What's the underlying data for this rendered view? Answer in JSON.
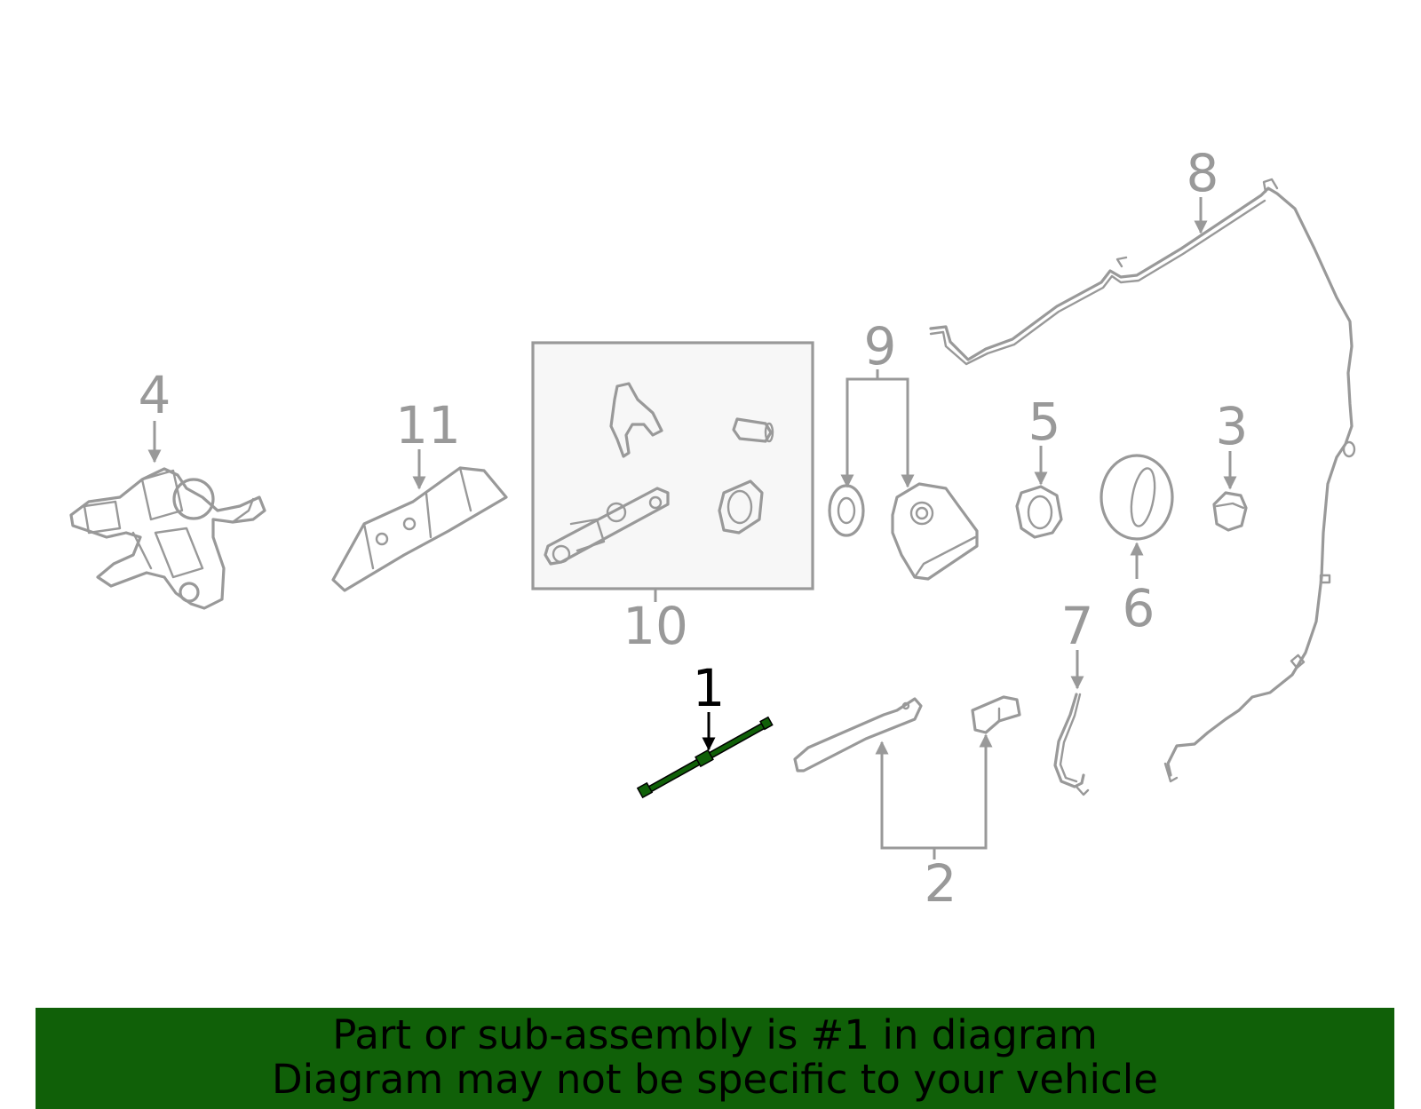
{
  "diagram": {
    "callouts": [
      {
        "number": "1",
        "selected": true
      },
      {
        "number": "2",
        "selected": false
      },
      {
        "number": "3",
        "selected": false
      },
      {
        "number": "4",
        "selected": false
      },
      {
        "number": "5",
        "selected": false
      },
      {
        "number": "6",
        "selected": false
      },
      {
        "number": "7",
        "selected": false
      },
      {
        "number": "8",
        "selected": false
      },
      {
        "number": "9",
        "selected": false
      },
      {
        "number": "10",
        "selected": false
      },
      {
        "number": "11",
        "selected": false
      }
    ],
    "colors": {
      "line_art": "#999999",
      "highlight": "#106008",
      "selected_label": "#000000",
      "kit_box_fill": "#f7f7f7"
    }
  },
  "banner": {
    "line1": "Part or sub-assembly is #1 in diagram",
    "line2": "Diagram may not be specific to your vehicle",
    "background": "#106008"
  }
}
